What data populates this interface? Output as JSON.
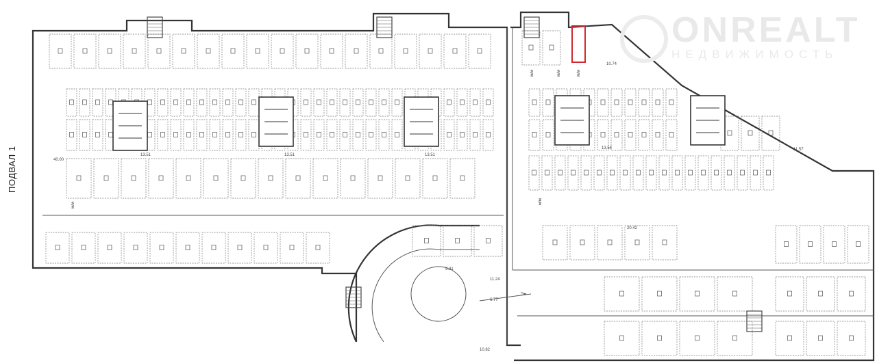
{
  "plan": {
    "floor_label": "ПОДВАЛ 1",
    "watermark": {
      "brand": "ONREALT",
      "tagline": "НЕДВИЖИМОСТЬ"
    },
    "highlight_color": "#d0282e",
    "dimensions": [
      "40.00",
      "13.51",
      "13.51",
      "13.51",
      "13.54",
      "20.42",
      "11.57",
      "10.74",
      "11.24",
      "10.82",
      "9.31",
      "6.77"
    ],
    "stall_label": "м/м"
  }
}
